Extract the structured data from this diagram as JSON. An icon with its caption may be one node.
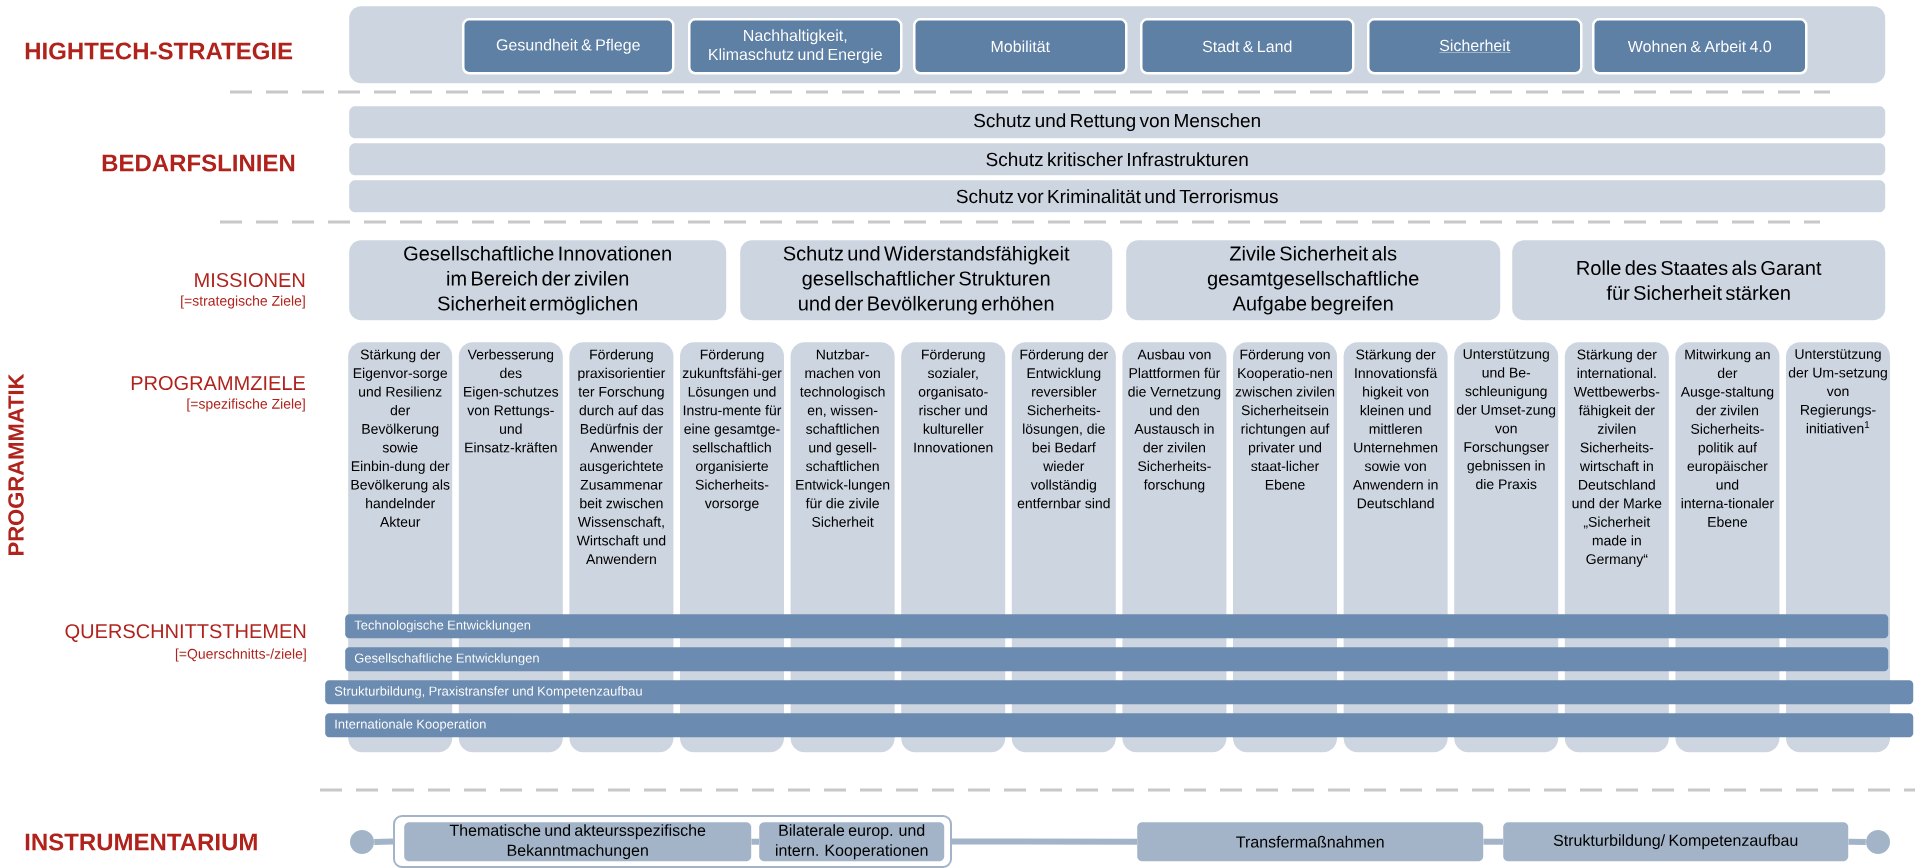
{
  "diagram": {
    "nodes": [
      {
        "text": [],
        "shape": "box"
      },
      {
        "text": [
          "Gesundheit & Pflege"
        ],
        "in": 0
      },
      {
        "text": [
          "Nachhaltigkeit, Klimaschutz und Energie"
        ],
        "in": 0
      },
      {
        "text": [
          "Mobilität"
        ],
        "in": 0
      },
      {
        "text": [
          "Stadt & Land"
        ],
        "in": 0
      },
      {
        "text": [
          "Sicherheit"
        ],
        "in": 0
      },
      {
        "text": [
          "Wohnen & Arbeit 4.0"
        ],
        "in": 0
      },
      {
        "text": [
          "Schutz und Rettung von Menschen"
        ]
      },
      {
        "text": [
          "Schutz kritischer Infrastrukturen"
        ]
      },
      {
        "text": [
          "Schutz vor Kriminalität und Terrorismus"
        ]
      },
      {
        "text": [
          "Gesellschaftliche Innovationen im Bereich der zivilen Sicherheit ermöglichen"
        ]
      },
      {
        "text": [
          "Schutz und Widerstandsfähigkeit gesellschaftlicher Strukturen und der Bevölkerung erhöhen"
        ]
      },
      {
        "text": [
          "Zivile Sicherheit als gesamtgesellschaftliche Aufgabe begreifen"
        ]
      },
      {
        "text": [
          "Rolle des Staates als Garant für Sicherheit stärken"
        ]
      },
      {
        "text": [
          "Stärkung der Eigenvor-sorge und Resilienz der Bevölkerung sowie Einbin-dung der Bevölkerung als handelnder Akteur"
        ]
      },
      {
        "text": [
          "Verbesserung des Eigen-schutzes von Rettungs- und Einsatz-kräften"
        ]
      },
      {
        "text": [
          "Förderung praxisorientier ter Forschung durch auf das Bedürfnis der Anwender ausgerichtete Zusammenar beit zwischen Wissenschaft, Wirtschaft und Anwendern"
        ]
      },
      {
        "text": [
          "Förderung zukunftsfähi-ger Lösungen und Instru-mente für eine gesamtge-sellschaftlich organisierte Sicherheits-vorsorge"
        ]
      },
      {
        "text": [
          "Nutzbar-machen von technologisch en, wissen-schaftlichen und gesell-schaftlichen Entwick-lungen für die zivile Sicherheit"
        ]
      },
      {
        "text": [
          "Förderung sozialer, organisato-rischer und kultureller Innovationen"
        ]
      },
      {
        "text": [
          "Förderung der Entwicklung reversibler Sicherheits-lösungen, die bei Bedarf wieder vollständig entfernbar sind"
        ]
      },
      {
        "text": [
          "Ausbau von Plattformen für die Vernetzung und den Austausch in der zivilen Sicherheits-forschung"
        ]
      },
      {
        "text": [
          "Förderung von Kooperatio-nen zwischen zivilen Sicherheitsein richtungen auf privater und staat-licher Ebene"
        ]
      },
      {
        "text": [
          "Stärkung der Innovationsfä higkeit von kleinen und mittleren Unternehmen sowie von Anwendern in Deutschland"
        ]
      },
      {
        "text": [
          "Unterstützung und Be-schleunigung der Umset-zung von Forschungser gebnissen in die Praxis"
        ]
      },
      {
        "text": [
          "Stärkung der international. Wettbewerbs-fähigkeit der zivilen Sicherheits-wirtschaft in Deutschland und der Marke „Sicherheit made in Germany“"
        ]
      },
      {
        "text": [
          "Mitwirkung an der Ausge-staltung der zivilen Sicherheits-politik auf europäischer und interna-tionaler Ebene"
        ]
      },
      {
        "text": [
          "Unterstützung der Um-setzung von Regierungs-initiativen$^{1}$"
        ]
      },
      {
        "text": [
          "Technologische Entwicklungen"
        ]
      },
      {
        "text": [
          "Gesellschaftliche Entwicklungen"
        ]
      },
      {
        "text": [
          "Strukturbildung, Praxistransfer und Kompetenzaufbau"
        ]
      },
      {
        "text": [
          "Internationale Kooperation"
        ]
      },
      {
        "text": [],
        "shape": "circle"
      },
      {
        "text": [],
        "shape": "box"
      },
      {
        "text": [
          "Thematische und akteursspezifische Bekanntmachungen"
        ],
        "in": 33
      },
      {
        "text": [
          "Bilaterale europ. und intern. Kooperationen"
        ],
        "in": 33
      },
      {
        "text": [
          "Transfermaßnahmen"
        ]
      },
      {
        "text": [
          "Strukturbildung/ Kompetenzaufbau"
        ]
      },
      {
        "text": [],
        "shape": "circle"
      }
    ],
    "edges": [
      {
        "from": 32,
        "to": 33,
        "arrow": "none"
      },
      {
        "from": 34,
        "to": 35,
        "arrow": "none"
      },
      {
        "from": 33,
        "to": 36,
        "arrow": "none"
      },
      {
        "from": 36,
        "to": 37,
        "arrow": "none"
      },
      {
        "from": 37,
        "to": 38,
        "arrow": "none"
      }
    ],
    "labels": [
      "HIGHTECH-STRATEGIE",
      "BEDARFSLINIEN",
      "MISSIONEN",
      "[=strategische Ziele]",
      "PROGRAMMATIK",
      "PROGRAMMZIELE",
      "[=spezifische Ziele]",
      "QUERSCHNITTSTHEMEN",
      "[=Querschnitts-/ziele]",
      "INSTRUMENTARIUM"
    ]
  }
}
